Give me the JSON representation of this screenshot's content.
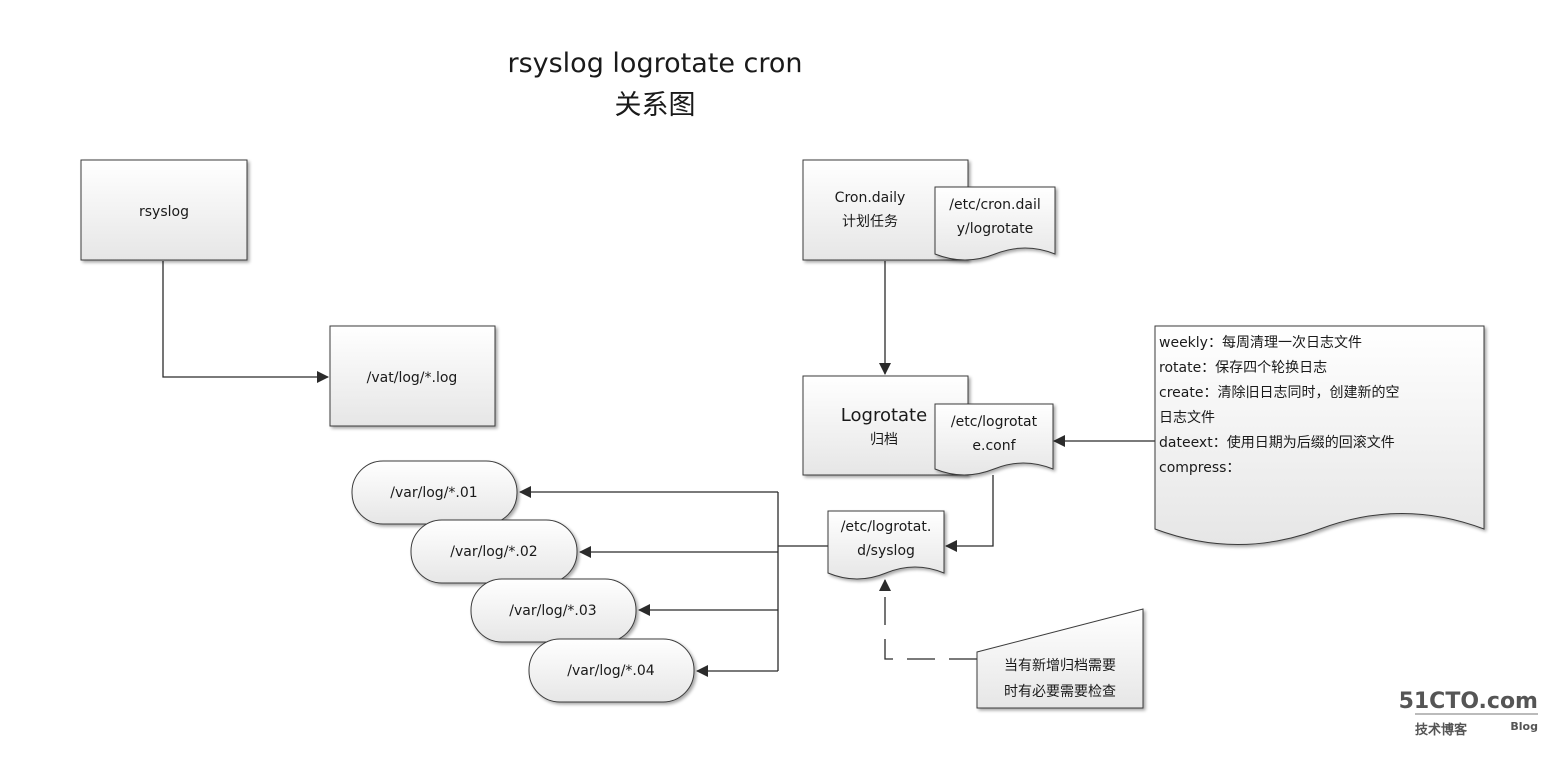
{
  "title": {
    "line1": "rsyslog logrotate cron",
    "line2": "关系图"
  },
  "nodes": {
    "rsyslog": "rsyslog",
    "varlog_log": "/vat/log/*.log",
    "cron_daily": {
      "line1": "Cron.daily",
      "line2": "计划任务"
    },
    "cron_doc": {
      "line1": "/etc/cron.dail",
      "line2": "y/logrotate"
    },
    "logrotate": {
      "line1": "Logrotate",
      "line2": "归档"
    },
    "logrotate_conf": {
      "line1": "/etc/logrotat",
      "line2": "e.conf"
    },
    "logrotate_d": {
      "line1": "/etc/logrotat.",
      "line2": "d/syslog"
    },
    "archives": [
      "/var/log/*.01",
      "/var/log/*.02",
      "/var/log/*.03",
      "/var/log/*.04"
    ]
  },
  "config_note": {
    "lines": [
      "weekly：每周清理一次日志文件",
      "rotate：保存四个轮换日志",
      "create：清除旧日志同时，创建新的空",
      "日志文件",
      "dateext：使用日期为后缀的回滚文件",
      "compress："
    ]
  },
  "manual_note": {
    "line1": "当有新增归档需要",
    "line2": "时有必要需要检查"
  },
  "watermark": {
    "brand": "51CTO.com",
    "sub1": "技术博客",
    "sub2": "Blog"
  },
  "colors": {
    "shape_fill_top": "#ffffff",
    "shape_fill_bottom": "#e4e4e4",
    "stroke": "#3a3a3a"
  }
}
